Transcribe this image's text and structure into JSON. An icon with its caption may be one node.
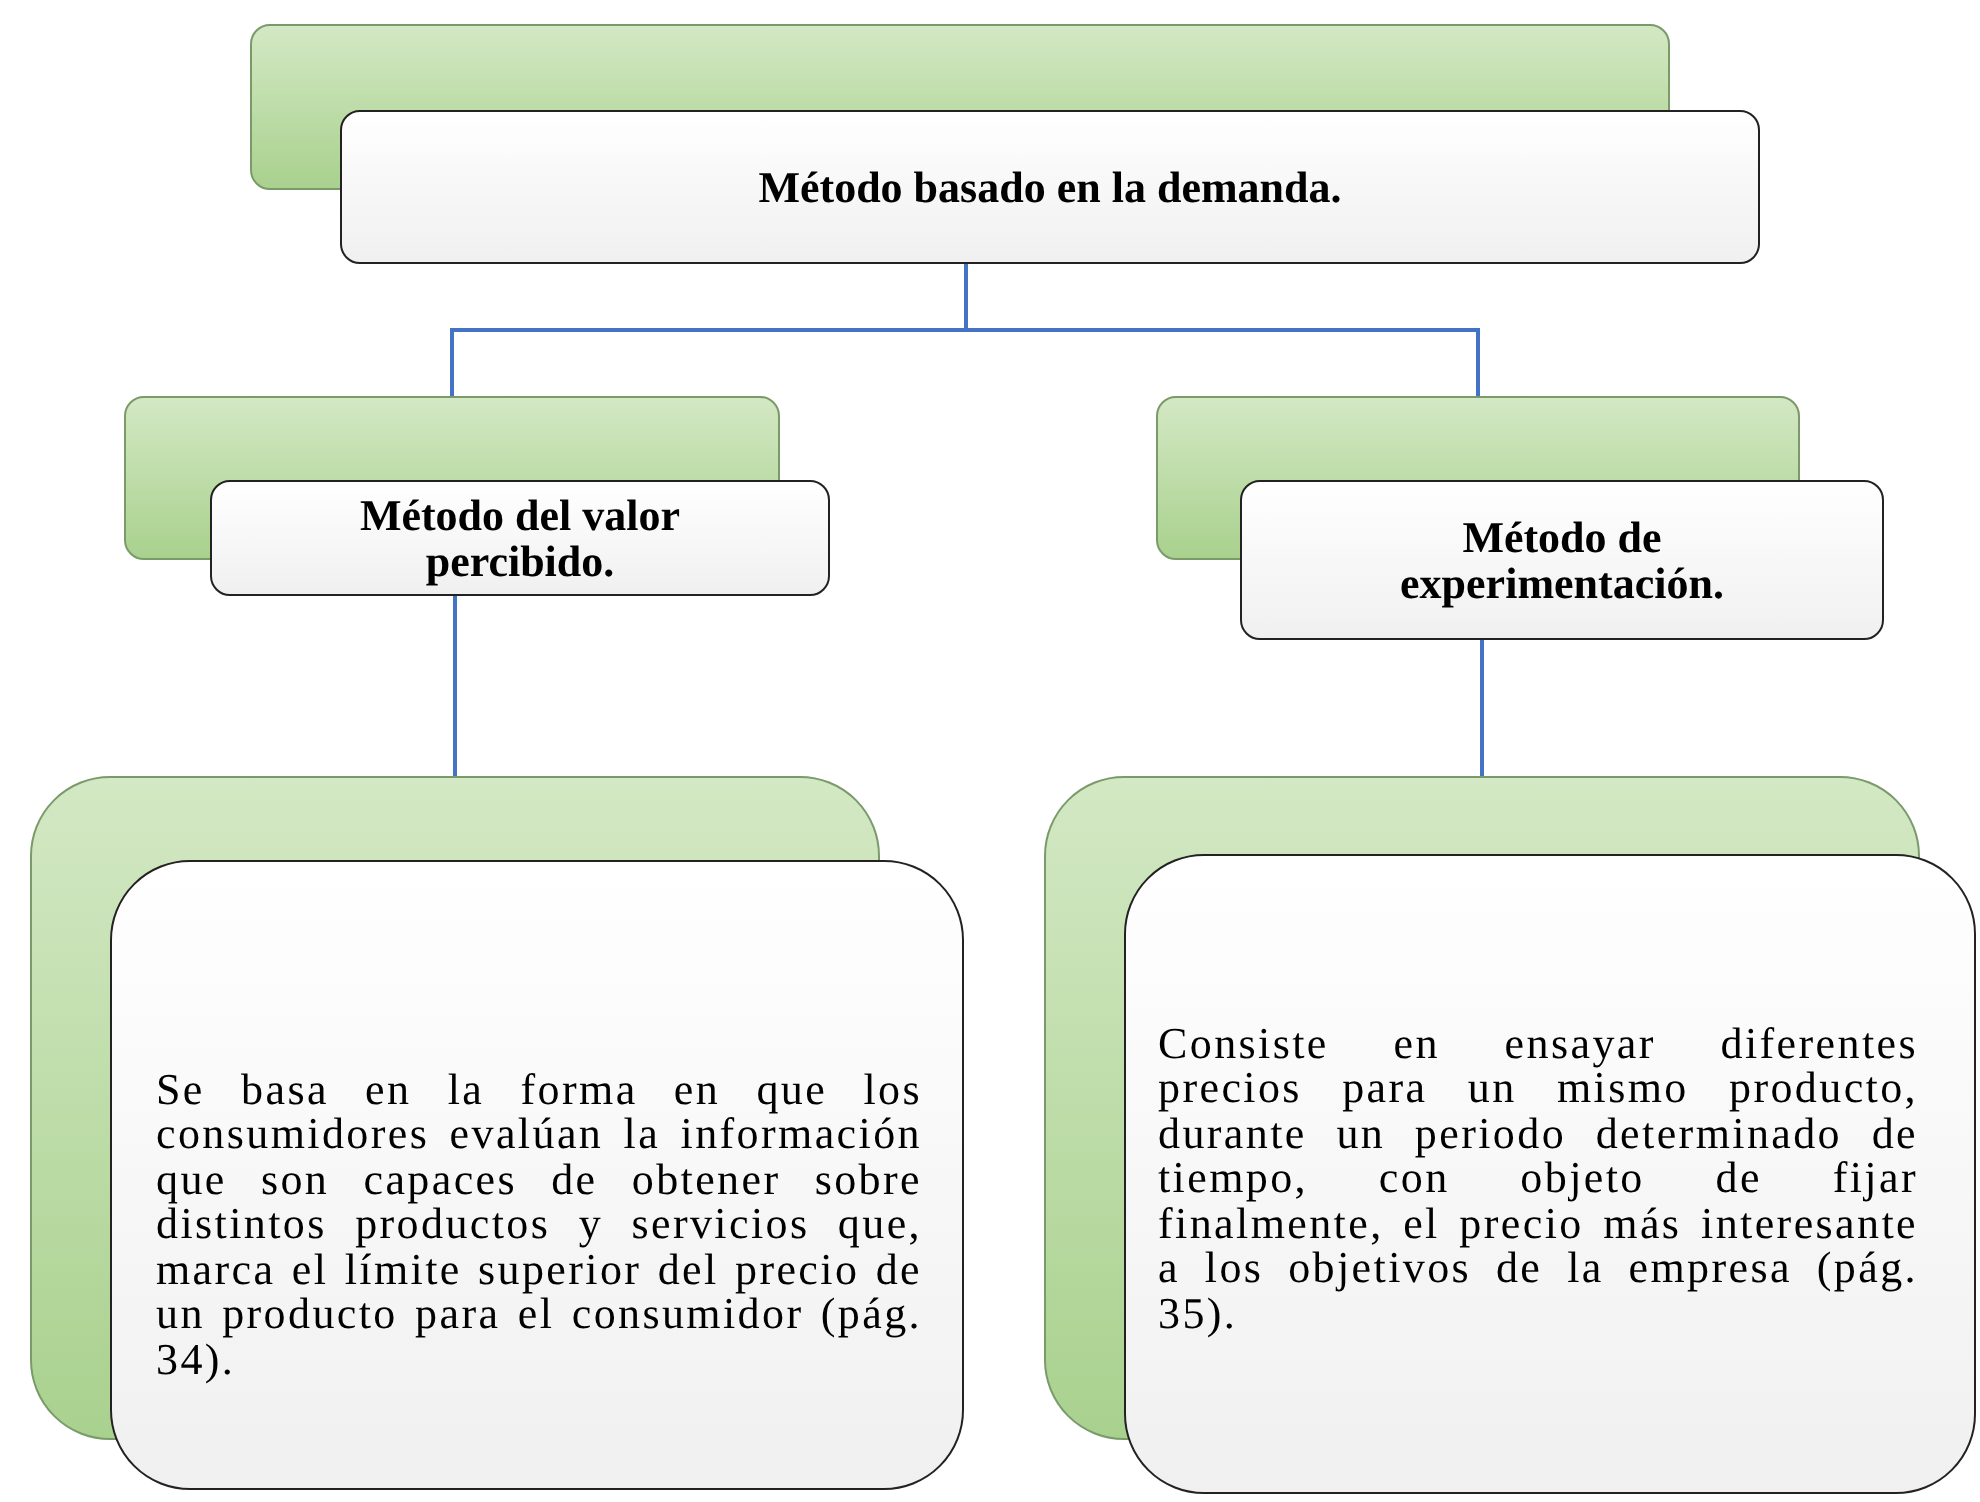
{
  "diagram": {
    "nodes": [
      {
        "text": [
          "Método basado en la demanda."
        ]
      },
      {
        "text": [
          "Método del valor percibido."
        ]
      },
      {
        "text": [
          "Método de experimentación."
        ]
      },
      {
        "text": [
          "Se basa en la forma en que los consumidores evalúan la información que son capaces de obtener sobre distintos productos y servicios que, marca el límite superior del precio de un producto para el consumidor (pág. 34)."
        ]
      },
      {
        "text": [
          "Consiste en ensayar diferentes precios para un mismo producto, durante un periodo determinado de tiempo, con objeto de fijar finalmente, el precio más interesante a los objetivos de la empresa (pág. 35)."
        ]
      }
    ],
    "edges": [
      {
        "from": 0,
        "to": 1,
        "arrow": "none"
      },
      {
        "from": 0,
        "to": 2,
        "arrow": "none"
      },
      {
        "from": 1,
        "to": 3,
        "arrow": "none"
      },
      {
        "from": 2,
        "to": 4,
        "arrow": "none"
      }
    ]
  }
}
